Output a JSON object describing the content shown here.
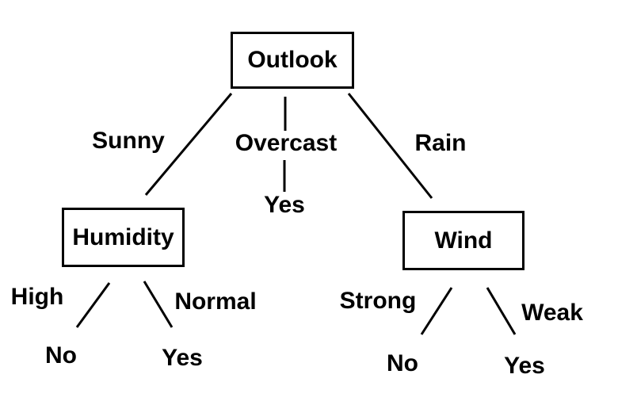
{
  "diagram_type": "decision-tree",
  "colors": {
    "background": "#ffffff",
    "stroke": "#000000",
    "text": "#000000"
  },
  "nodes": {
    "outlook": "Outlook",
    "humidity": "Humidity",
    "wind": "Wind"
  },
  "branch_labels": {
    "sunny": "Sunny",
    "overcast": "Overcast",
    "rain": "Rain",
    "high": "High",
    "normal": "Normal",
    "strong": "Strong",
    "weak": "Weak"
  },
  "leaves": {
    "overcast_yes": "Yes",
    "high_no": "No",
    "normal_yes": "Yes",
    "strong_no": "No",
    "weak_yes": "Yes"
  },
  "tree": {
    "root": "Outlook",
    "edges": [
      {
        "from": "Outlook",
        "label": "Sunny",
        "to": "Humidity"
      },
      {
        "from": "Outlook",
        "label": "Overcast",
        "to": "Yes"
      },
      {
        "from": "Outlook",
        "label": "Rain",
        "to": "Wind"
      },
      {
        "from": "Humidity",
        "label": "High",
        "to": "No"
      },
      {
        "from": "Humidity",
        "label": "Normal",
        "to": "Yes"
      },
      {
        "from": "Wind",
        "label": "Strong",
        "to": "No"
      },
      {
        "from": "Wind",
        "label": "Weak",
        "to": "Yes"
      }
    ]
  }
}
